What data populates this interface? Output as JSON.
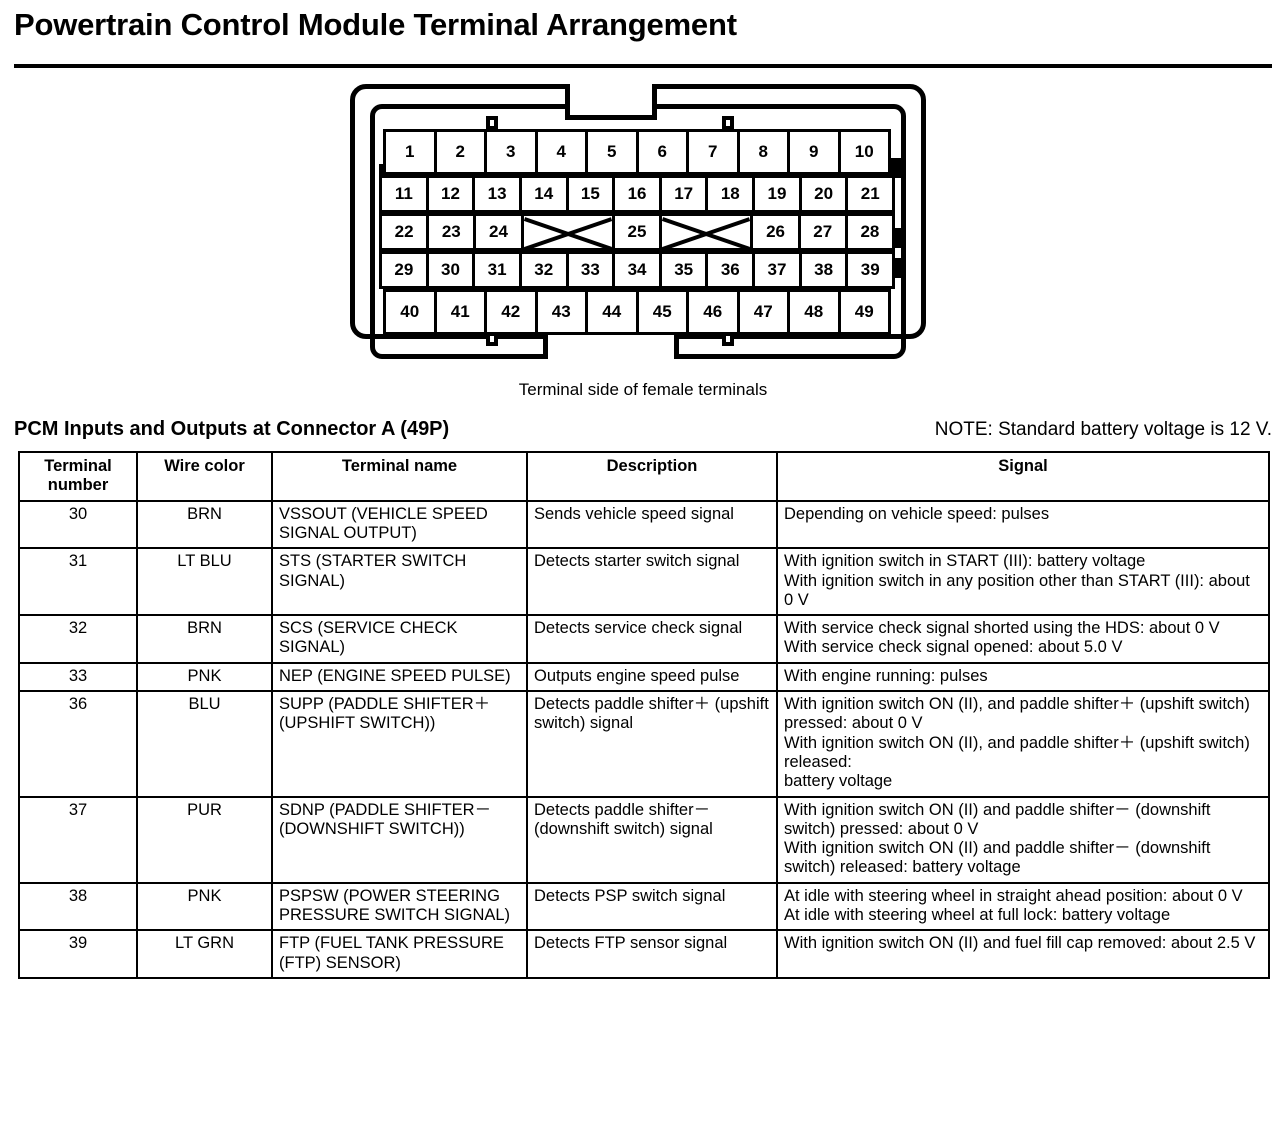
{
  "document": {
    "title": "Powertrain Control Module Terminal Arrangement"
  },
  "connector_diagram": {
    "caption": "Terminal side of female terminals",
    "rows": [
      {
        "id": "row-1",
        "cells": [
          {
            "label": "1"
          },
          {
            "label": "2"
          },
          {
            "label": "3"
          },
          {
            "label": "4"
          },
          {
            "label": "5"
          },
          {
            "label": "6"
          },
          {
            "label": "7"
          },
          {
            "label": "8"
          },
          {
            "label": "9"
          },
          {
            "label": "10"
          }
        ]
      },
      {
        "id": "row-2",
        "cells": [
          {
            "label": "11"
          },
          {
            "label": "12"
          },
          {
            "label": "13"
          },
          {
            "label": "14"
          },
          {
            "label": "15"
          },
          {
            "label": "16"
          },
          {
            "label": "17"
          },
          {
            "label": "18"
          },
          {
            "label": "19"
          },
          {
            "label": "20"
          },
          {
            "label": "21"
          }
        ]
      },
      {
        "id": "row-3",
        "cells": [
          {
            "label": "22"
          },
          {
            "label": "23"
          },
          {
            "label": "24"
          },
          {
            "label": "",
            "blank": true,
            "span": 2
          },
          {
            "label": "25"
          },
          {
            "label": "",
            "blank": true,
            "span": 2
          },
          {
            "label": "26"
          },
          {
            "label": "27"
          },
          {
            "label": "28"
          }
        ]
      },
      {
        "id": "row-4",
        "cells": [
          {
            "label": "29"
          },
          {
            "label": "30"
          },
          {
            "label": "31"
          },
          {
            "label": "32"
          },
          {
            "label": "33"
          },
          {
            "label": "34"
          },
          {
            "label": "35"
          },
          {
            "label": "36"
          },
          {
            "label": "37"
          },
          {
            "label": "38"
          },
          {
            "label": "39"
          }
        ]
      },
      {
        "id": "row-5",
        "cells": [
          {
            "label": "40"
          },
          {
            "label": "41"
          },
          {
            "label": "42"
          },
          {
            "label": "43"
          },
          {
            "label": "44"
          },
          {
            "label": "45"
          },
          {
            "label": "46"
          },
          {
            "label": "47"
          },
          {
            "label": "48"
          },
          {
            "label": "49"
          }
        ]
      }
    ]
  },
  "section": {
    "title": "PCM Inputs and Outputs at Connector A (49P)",
    "note": "NOTE: Standard battery voltage is 12 V."
  },
  "table": {
    "headers": [
      "Terminal\nnumber",
      "Wire color",
      "Terminal name",
      "Description",
      "Signal"
    ],
    "header_terminal_line1": "Terminal",
    "header_terminal_line2": "number",
    "header_wire": "Wire color",
    "header_name": "Terminal name",
    "header_desc": "Description",
    "header_signal": "Signal",
    "rows": [
      {
        "terminal": "30",
        "wire": "BRN",
        "name": "VSSOUT (VEHICLE SPEED SIGNAL OUTPUT)",
        "description": "Sends vehicle speed signal",
        "signal": "Depending on vehicle speed: pulses"
      },
      {
        "terminal": "31",
        "wire": "LT BLU",
        "name": "STS (STARTER SWITCH SIGNAL)",
        "description": "Detects starter switch signal",
        "signal": "With ignition switch in START (III): battery voltage\nWith ignition switch in any position other than START (III): about 0 V"
      },
      {
        "terminal": "32",
        "wire": "BRN",
        "name": "SCS (SERVICE CHECK SIGNAL)",
        "description": "Detects service check signal",
        "signal": "With service check signal shorted using the HDS: about 0 V\nWith service check signal opened: about 5.0 V"
      },
      {
        "terminal": "33",
        "wire": "PNK",
        "name": "NEP (ENGINE SPEED PULSE)",
        "description": "Outputs engine speed pulse",
        "signal": "With engine running: pulses"
      },
      {
        "terminal": "36",
        "wire": "BLU",
        "name": "SUPP (PADDLE SHIFTER＋ (UPSHIFT SWITCH))",
        "description": "Detects paddle shifter＋ (upshift switch) signal",
        "signal": "With ignition switch ON (II), and paddle shifter＋ (upshift switch) pressed: about 0 V\nWith ignition switch ON (II), and paddle shifter＋ (upshift switch) released:\nbattery voltage"
      },
      {
        "terminal": "37",
        "wire": "PUR",
        "name": "SDNP (PADDLE SHIFTER－ (DOWNSHIFT SWITCH))",
        "description": "Detects paddle shifter－ (downshift switch) signal",
        "signal": "With ignition switch ON (II) and paddle shifter－ (downshift switch) pressed: about 0 V\nWith ignition switch ON (II) and paddle shifter－ (downshift switch) released: battery voltage"
      },
      {
        "terminal": "38",
        "wire": "PNK",
        "name": "PSPSW (POWER STEERING PRESSURE SWITCH SIGNAL)",
        "description": "Detects PSP switch signal",
        "signal": "At idle with steering wheel in straight ahead position: about 0 V\nAt idle with steering wheel at full lock: battery voltage"
      },
      {
        "terminal": "39",
        "wire": "LT GRN",
        "name": "FTP (FUEL TANK PRESSURE (FTP) SENSOR)",
        "description": "Detects FTP sensor signal",
        "signal": "With ignition switch ON (II) and fuel fill cap removed: about 2.5 V"
      }
    ]
  }
}
